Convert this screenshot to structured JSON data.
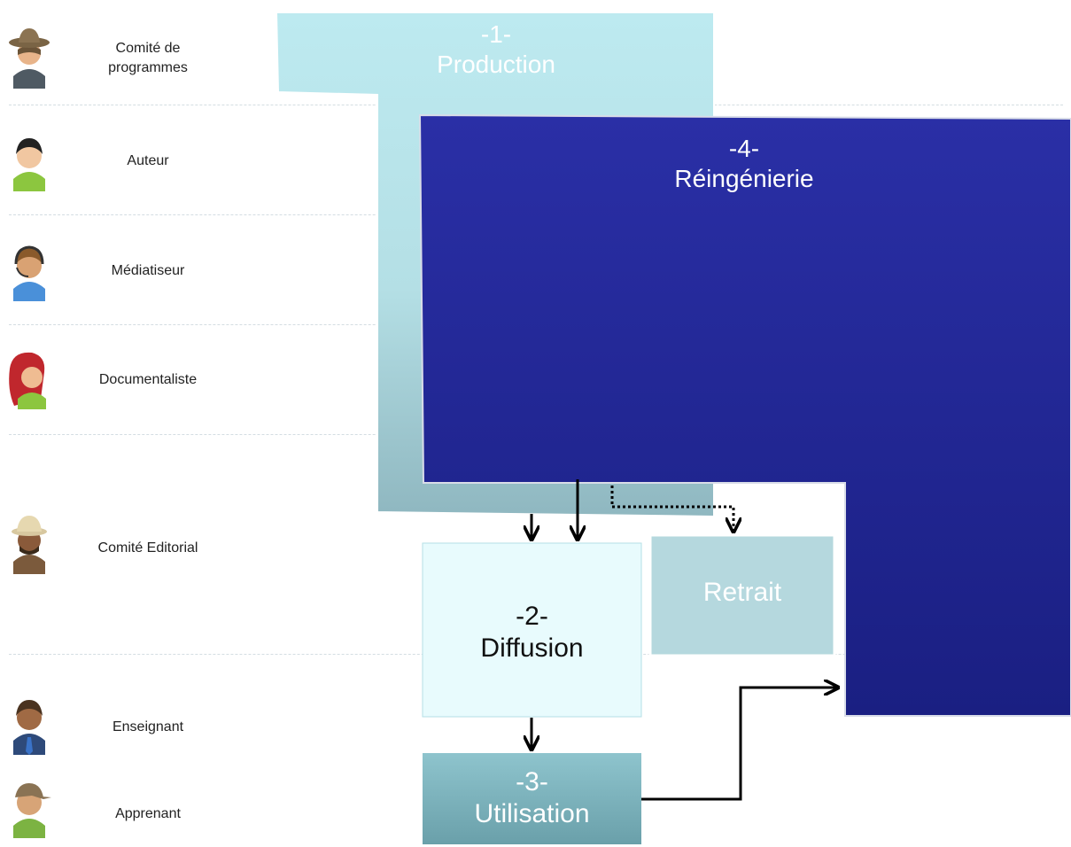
{
  "roles": [
    {
      "label_line1": "Comité de",
      "label_line2": "programmes",
      "icon": "hat-man-icon",
      "colors": {
        "skin": "#e8b48a",
        "hair": "#6b5438",
        "body": "#4f5a63",
        "hat": "#7a6445"
      }
    },
    {
      "label": "Auteur",
      "icon": "author-icon",
      "colors": {
        "skin": "#f1c7a1",
        "hair": "#222222",
        "body": "#8cc63f"
      }
    },
    {
      "label": "Médiatiseur",
      "icon": "headset-icon",
      "colors": {
        "skin": "#d9a273",
        "hair": "#8a5a2b",
        "body": "#4a90d9"
      }
    },
    {
      "label": "Documentaliste",
      "icon": "woman-icon",
      "colors": {
        "skin": "#efbc92",
        "hair": "#c0272d",
        "body": "#8cc63f"
      }
    },
    {
      "label": "Comité Editorial",
      "icon": "pith-helmet-man-icon",
      "colors": {
        "skin": "#8a5a3a",
        "hair": "#d8c8a0",
        "body": "#7b5a3c"
      }
    },
    {
      "label": "Enseignant",
      "icon": "teacher-icon",
      "colors": {
        "skin": "#a06a44",
        "hair": "#4a3320",
        "body": "#2e4a7a"
      }
    },
    {
      "label": "Apprenant",
      "icon": "student-icon",
      "colors": {
        "skin": "#d7a477",
        "hair": "#8a7354",
        "body": "#7cb342"
      }
    }
  ],
  "stages": {
    "production": {
      "num": "-1-",
      "label": "Production"
    },
    "diffusion": {
      "num": "-2-",
      "label": "Diffusion"
    },
    "utilisation": {
      "num": "-3-",
      "label": "Utilisation"
    },
    "reingenierie": {
      "num": "-4-",
      "label": "Réingénierie"
    },
    "retrait": {
      "label": "Retrait"
    }
  },
  "colors": {
    "production": "#b8e6ec",
    "production_dark": "#8fb7c0",
    "reingenierie_top": "#2a2fa6",
    "reingenierie_bottom": "#1a1f82",
    "diffusion": "#e8fbfd",
    "utilisation": "#7fb5bf",
    "retrait": "#b5d8de",
    "separator": "#d4dde2",
    "arrow": "#000000"
  }
}
